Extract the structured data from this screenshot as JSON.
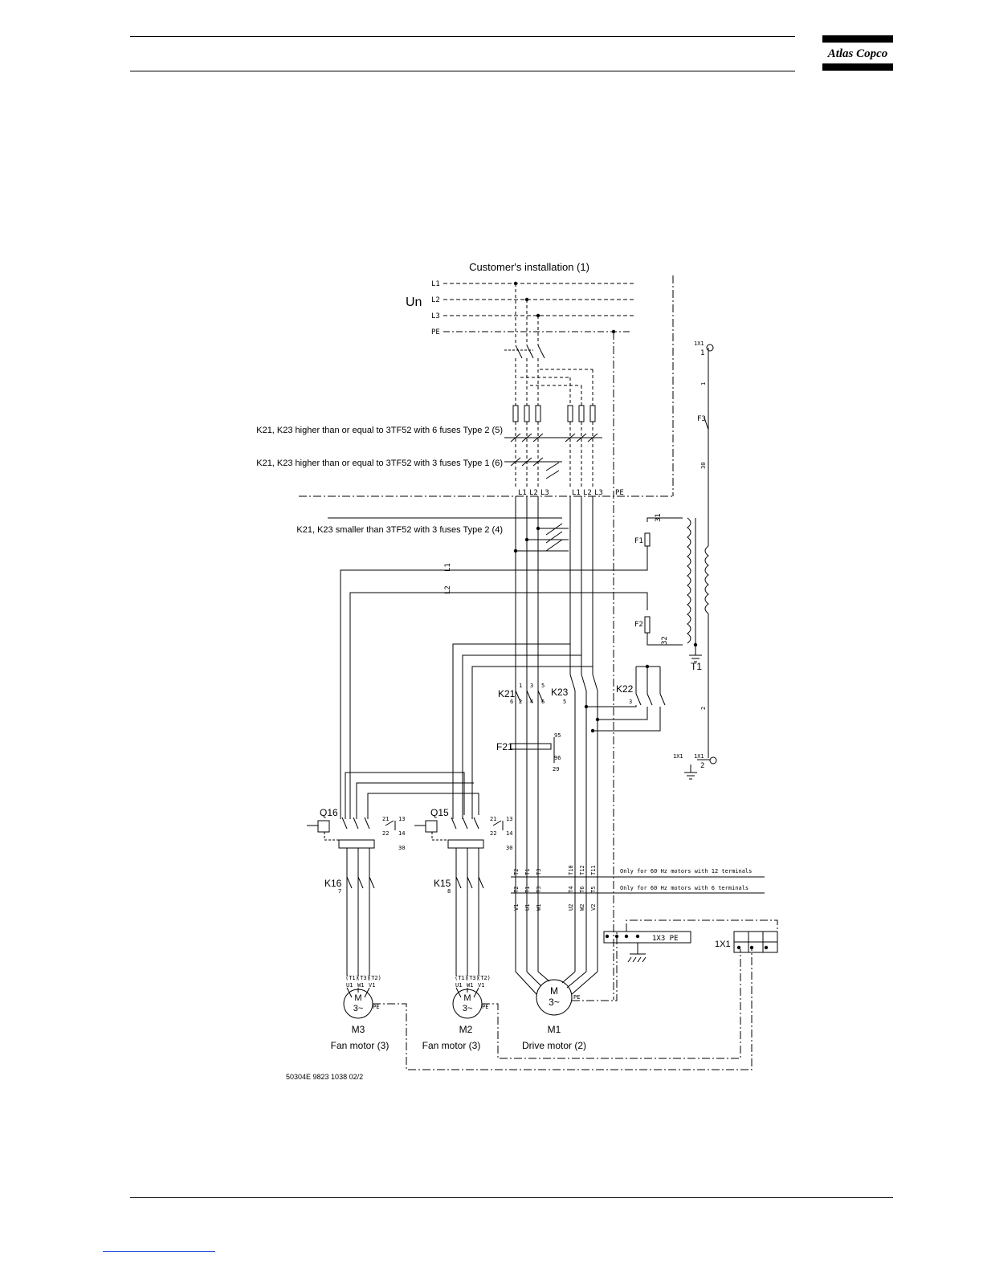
{
  "header": {
    "logo_text": "Atlas Copco"
  },
  "diagram": {
    "title": "Customer's installation (1)",
    "supply": {
      "voltage": "Un",
      "lines": [
        "L1",
        "L2",
        "L3",
        "PE"
      ]
    },
    "options": [
      "K21, K23 higher than or equal to 3TF52 with 6 fuses Type 2 (5)",
      "K21, K23 higher than or equal to 3TF52 with 3 fuses Type 1 (6)",
      "K21, K23 smaller than 3TF52 with 3 fuses Type 2 (4)"
    ],
    "terminals_mid": [
      "L1",
      "L2",
      "L3",
      "L1",
      "L2",
      "L3",
      "PE"
    ],
    "transformer": {
      "label": "T1",
      "fuse1": "F1",
      "fuse2": "F2",
      "w31": "31",
      "w32": "32",
      "w1": "L1",
      "w2": "L2",
      "f_pin1": "1",
      "f_pin2": "2"
    },
    "control": {
      "x1": "1X1",
      "x1_pin": "1",
      "f3": "F3",
      "w1": "1",
      "w30": "30",
      "w2": "2",
      "x1b": "1X1",
      "x1b_pin": "2",
      "x1c": "1X1"
    },
    "contactors": {
      "k21": "K21",
      "k23": "K23",
      "k22": "K22",
      "f21": "F21",
      "top_pins": [
        "1",
        "3",
        "5"
      ],
      "bot_pins": [
        "2",
        "4",
        "6"
      ],
      "k21_aux": "6",
      "k23_aux": "5",
      "k22_aux": "3",
      "f21_95": "95",
      "f21_96": "96",
      "f21_29": "29"
    },
    "breakers": {
      "q16": "Q16",
      "q15": "Q15",
      "aux": [
        "21",
        "13",
        "22",
        "14",
        "30"
      ]
    },
    "fan_contactors": {
      "k16": "K16",
      "k15": "K15",
      "k16_aux": "7",
      "k15_aux": "8"
    },
    "motor_notes": [
      "Only for 60 Hz motors with 12 terminals",
      "Only for 60 Hz motors with 6 terminals"
    ],
    "motor_terminals_top": [
      "T2",
      "T1",
      "T3",
      "T10",
      "T12",
      "T11"
    ],
    "motor_terminals_mid": [
      "T2",
      "T1",
      "T3",
      "T4",
      "T6",
      "T5"
    ],
    "motor_terminals_bot": [
      "V1",
      "U1",
      "W1",
      "U2",
      "W2",
      "V2"
    ],
    "earth_bar": {
      "label": "1X3  PE"
    },
    "fan_terminals": [
      "(T1)",
      "(T3)",
      "(T2)",
      "U1",
      "W1",
      "V1"
    ],
    "motors": [
      {
        "id": "M3",
        "desc": "Fan motor (3)"
      },
      {
        "id": "M2",
        "desc": "Fan motor (3)"
      },
      {
        "id": "M1",
        "desc": "Drive motor (2)"
      }
    ],
    "motor_symbol": {
      "m": "M",
      "phase": "3~",
      "pe": "PE"
    },
    "reference": "50304E   9823 1038 02/2"
  }
}
